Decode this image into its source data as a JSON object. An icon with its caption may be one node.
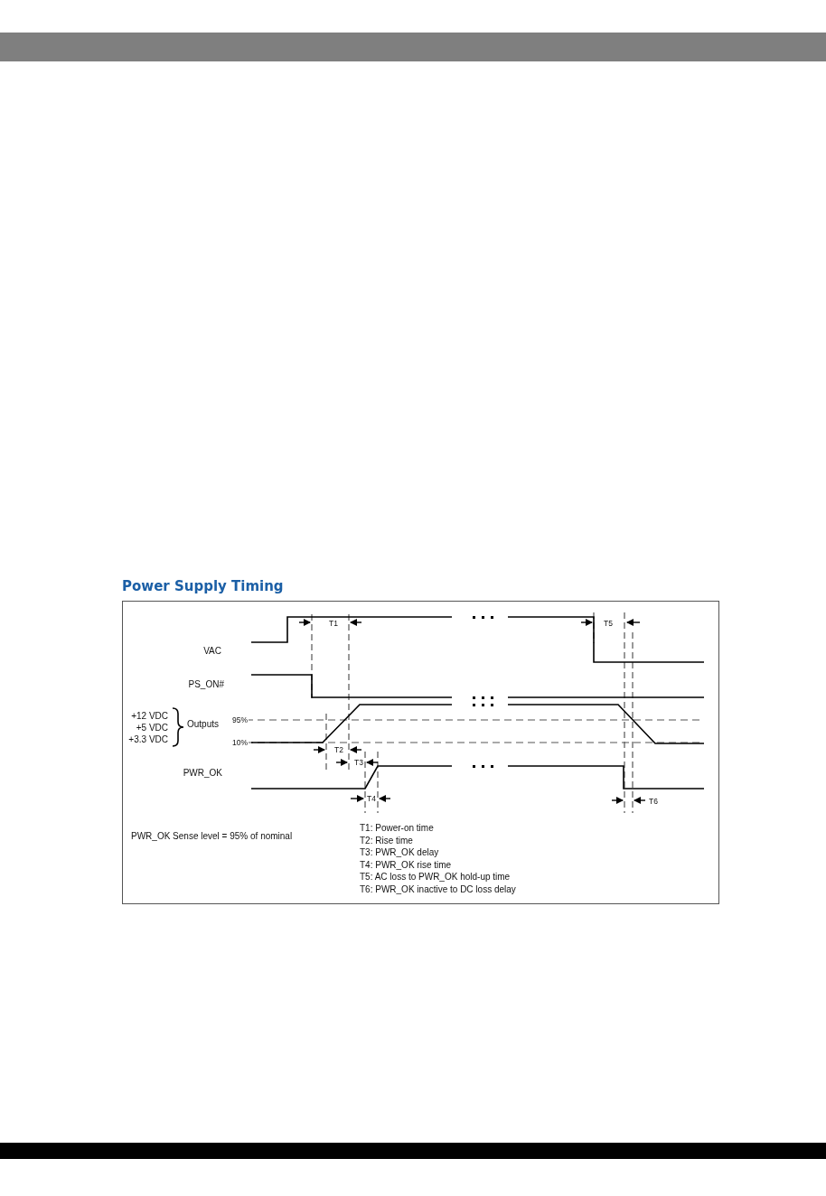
{
  "diagram": {
    "title": "Power Supply Timing",
    "labels": [
      "T1",
      "T5",
      "VAC",
      "PS_ON#",
      "+12 VDC",
      "+5 VDC",
      "+3.3 VDC",
      "Outputs",
      "95%",
      "10%",
      "T2",
      "T3",
      "PWR_OK",
      "T4",
      "T6",
      "PWR_OK Sense level = 95% of nominal",
      "T1: Power-on time",
      "T2: Rise time",
      "T3: PWR_OK delay",
      "T4: PWR_OK rise time",
      "T5: AC loss to PWR_OK hold-up time",
      "T6: PWR_OK inactive to DC loss delay"
    ]
  }
}
